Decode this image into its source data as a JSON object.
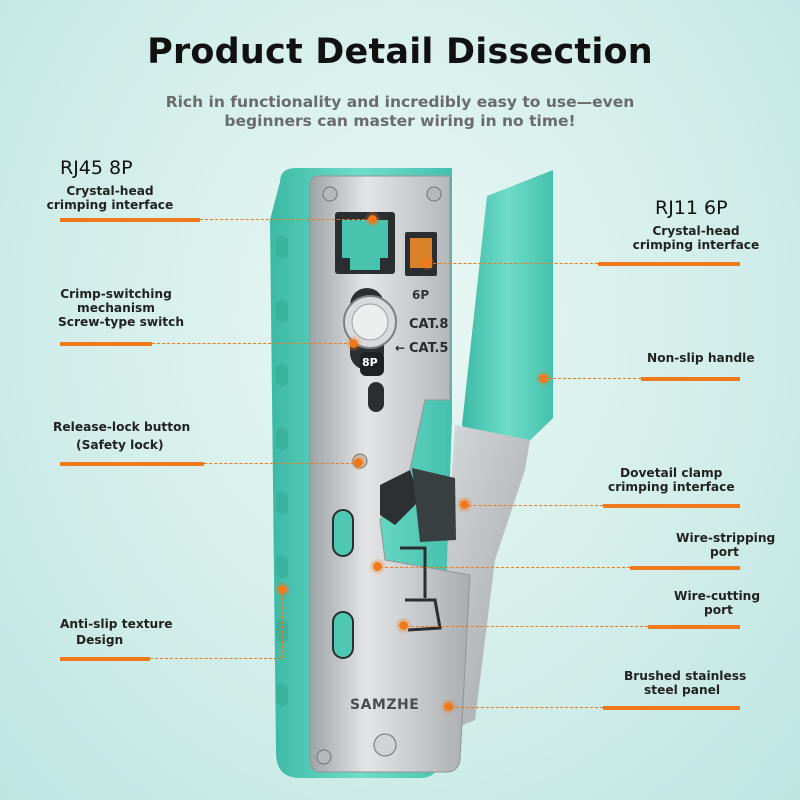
{
  "header": {
    "title": "Product Detail Dissection",
    "subtitle": "Rich in functionality and incredibly easy to use—even beginners can master wiring in no time!"
  },
  "callouts": {
    "rj45": {
      "title": "RJ45 8P",
      "desc": "Crystal-head crimping interface"
    },
    "rj11": {
      "title": "RJ11 6P",
      "desc": "Crystal-head crimping interface"
    },
    "crimp_switch": {
      "line1": "Crimp-switching",
      "line2": "mechanism",
      "line3": "Screw-type switch"
    },
    "non_slip_handle": "Non-slip handle",
    "release_lock": {
      "line1": "Release-lock button",
      "line2": "(Safety lock)"
    },
    "dovetail": {
      "line1": "Dovetail clamp",
      "line2": "crimping interface"
    },
    "wire_stripping": {
      "line1": "Wire-stripping",
      "line2": "port"
    },
    "wire_cutting": {
      "line1": "Wire-cutting",
      "line2": "port"
    },
    "anti_slip": {
      "line1": "Anti-slip texture",
      "line2": "Design"
    },
    "brushed_panel": {
      "line1": "Brushed stainless",
      "line2": "steel panel"
    }
  },
  "tool_markings": {
    "port_6p": "6P",
    "cat8": "CAT.8",
    "cat5": "CAT.5",
    "badge_8p": "8P",
    "brand": "SAMZHE"
  },
  "colors": {
    "accent": "#f07a1b",
    "handle": "#5fd3bf",
    "steel": "#c9ccce",
    "background": "#d3eeea"
  }
}
